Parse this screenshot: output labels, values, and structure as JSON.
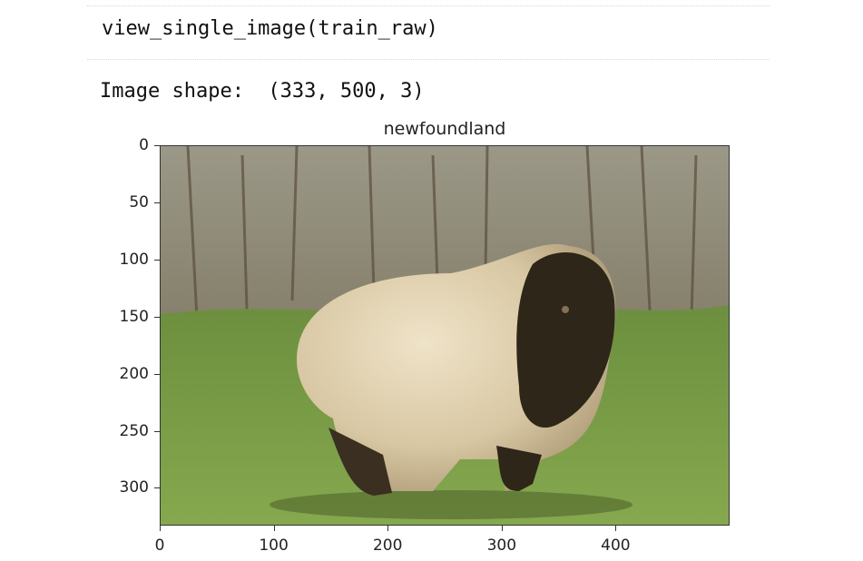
{
  "notebook": {
    "code": "view_single_image(train_raw)",
    "output": "Image shape:  (333, 500, 3)"
  },
  "chart_data": {
    "type": "image",
    "title": "newfoundland",
    "image_shape": "(333, 500, 3)",
    "xlim": [
      0,
      500
    ],
    "ylim": [
      333,
      0
    ],
    "x_ticks": [
      "0",
      "100",
      "200",
      "300",
      "400"
    ],
    "y_ticks": [
      "0",
      "50",
      "100",
      "150",
      "200",
      "250",
      "300"
    ],
    "x_tick_values": [
      0,
      100,
      200,
      300,
      400
    ],
    "y_tick_values": [
      0,
      50,
      100,
      150,
      200,
      250,
      300
    ]
  },
  "colors": {
    "sky": "#8a8778",
    "grass": "#6f9245",
    "dog_light": "#e0d0b2",
    "dog_dark": "#2e2619"
  }
}
